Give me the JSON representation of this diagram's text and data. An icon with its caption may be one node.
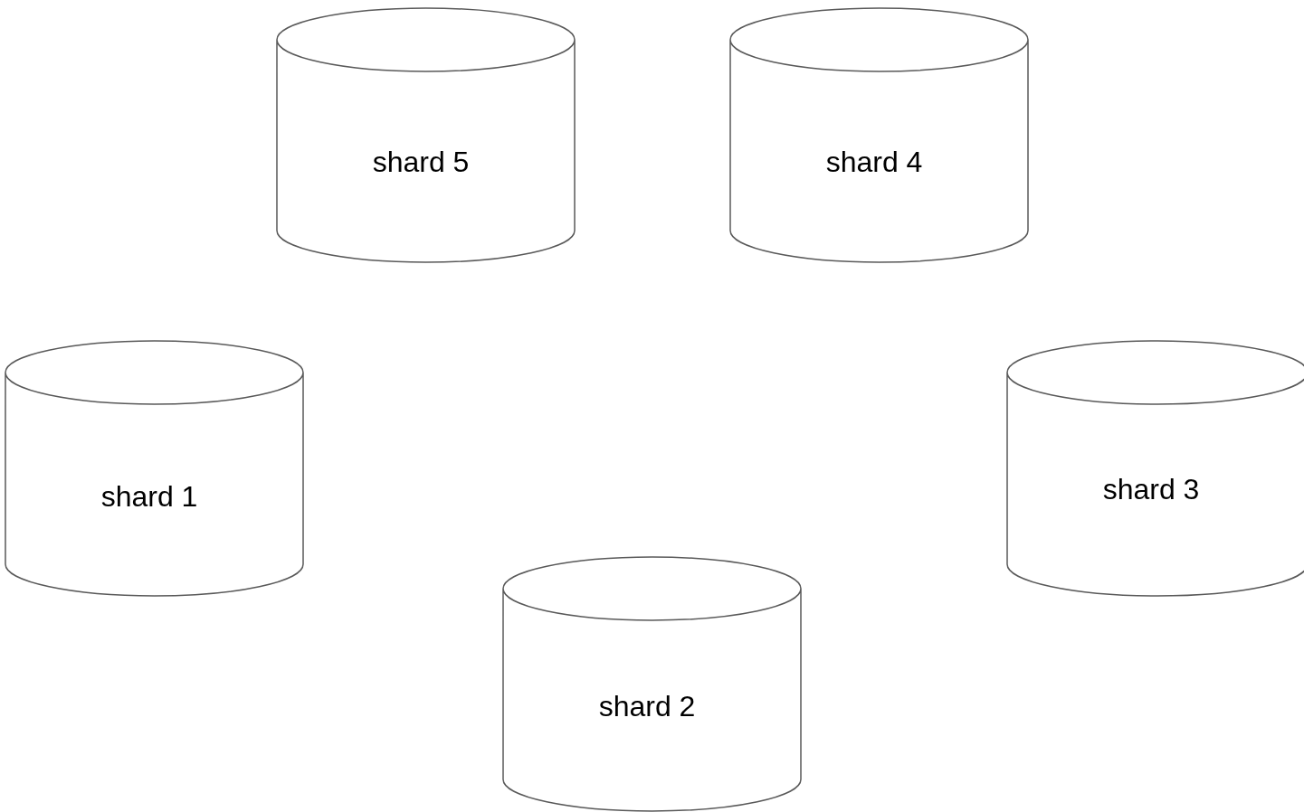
{
  "diagram": {
    "nodes": [
      {
        "text": [
          "shard 5"
        ]
      },
      {
        "text": [
          "shard 4"
        ]
      },
      {
        "text": [
          "shard 1"
        ]
      },
      {
        "text": [
          "shard 3"
        ]
      },
      {
        "text": [
          "shard 2"
        ]
      }
    ],
    "edges": []
  }
}
